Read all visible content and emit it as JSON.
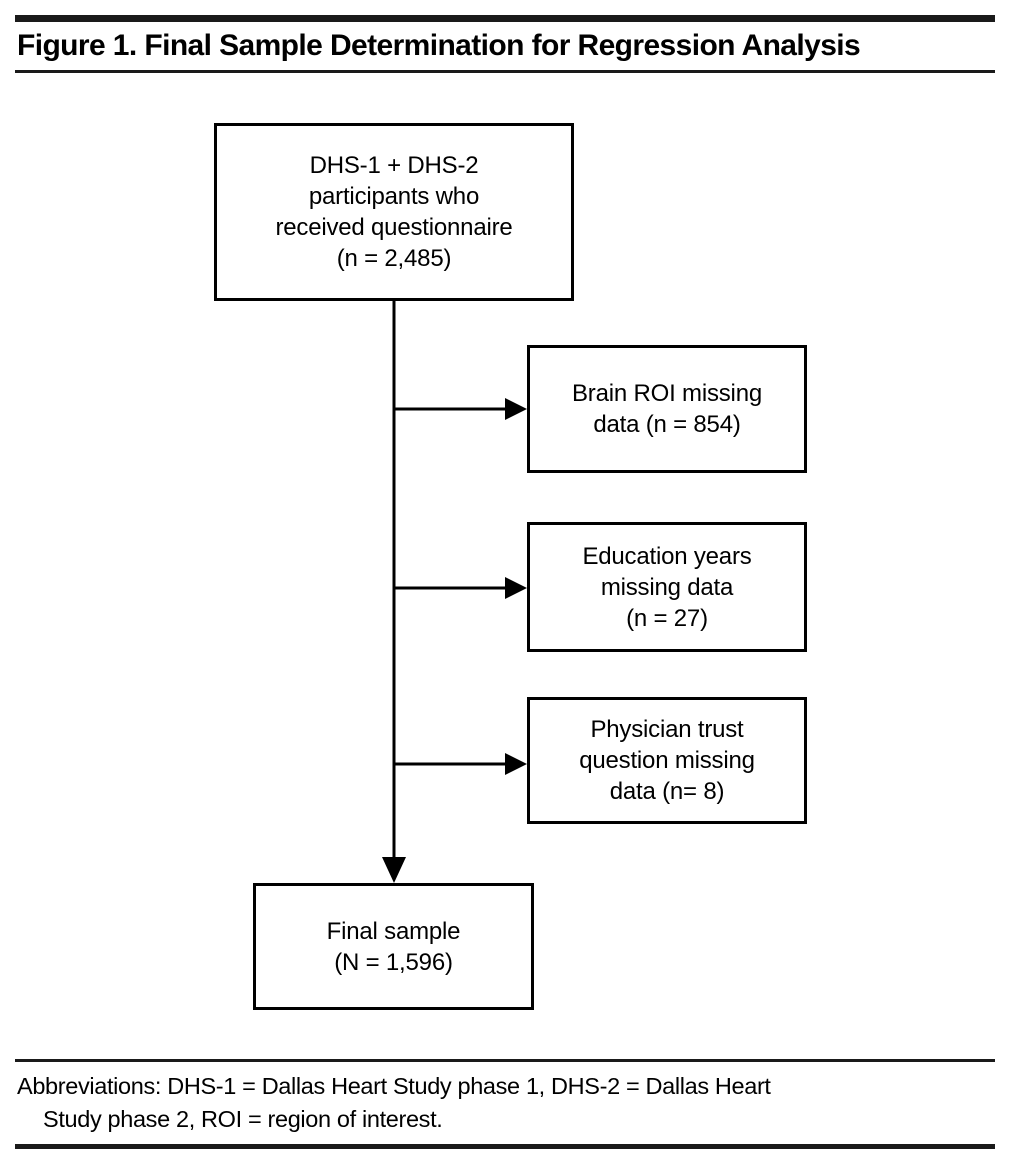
{
  "figure": {
    "title": "Figure 1. Final Sample Determination for Regression Analysis",
    "footnote_line1": "Abbreviations: DHS-1 = Dallas Heart Study phase 1, DHS-2 = Dallas Heart",
    "footnote_line2": "Study phase 2, ROI = region of interest.",
    "accent_color": "#000000",
    "background_color": "#ffffff"
  },
  "chart_data": {
    "type": "diagram",
    "title": "Figure 1. Final Sample Determination for Regression Analysis",
    "nodes": [
      {
        "id": "source",
        "role": "start",
        "lines": [
          "DHS-1 + DHS-2",
          "participants who",
          "received questionnaire",
          "(n = 2,485)"
        ],
        "n": 2485
      },
      {
        "id": "brain-roi",
        "role": "exclusion",
        "lines": [
          "Brain ROI missing",
          "data (n = 854)"
        ],
        "n": 854
      },
      {
        "id": "education",
        "role": "exclusion",
        "lines": [
          "Education years",
          "missing data",
          "(n = 27)"
        ],
        "n": 27
      },
      {
        "id": "physician",
        "role": "exclusion",
        "lines": [
          "Physician trust",
          "question missing",
          "data (n= 8)"
        ],
        "n": 8
      },
      {
        "id": "final",
        "role": "end",
        "lines": [
          "Final sample",
          "(N = 1,596)"
        ],
        "n": 1596
      }
    ],
    "edges": [
      {
        "from": "source",
        "to": "brain-roi",
        "kind": "branch-right"
      },
      {
        "from": "source",
        "to": "education",
        "kind": "branch-right"
      },
      {
        "from": "source",
        "to": "physician",
        "kind": "branch-right"
      },
      {
        "from": "source",
        "to": "final",
        "kind": "trunk-down"
      }
    ]
  }
}
